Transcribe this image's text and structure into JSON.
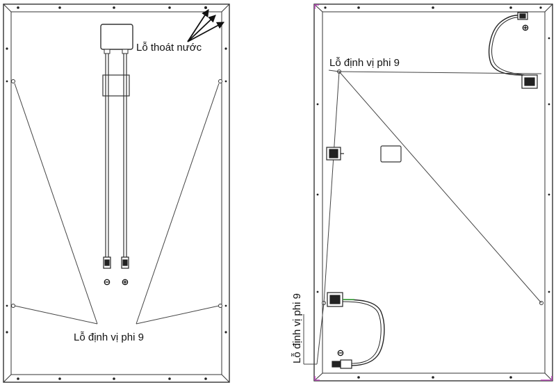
{
  "labels": {
    "drain_holes": "Lỗ thoát nước",
    "locating_holes_left": "Lỗ định vị phi 9",
    "locating_holes_right_top": "Lỗ định vị phi 9",
    "locating_holes_right_side": "Lỗ định vị phi 9"
  },
  "polarity": {
    "negative": "⊖",
    "positive": "⊕"
  },
  "colors": {
    "line": "#222222",
    "frame": "#333333",
    "corner_mark": "#c050c0",
    "cable_accent": "#3fae3f"
  }
}
